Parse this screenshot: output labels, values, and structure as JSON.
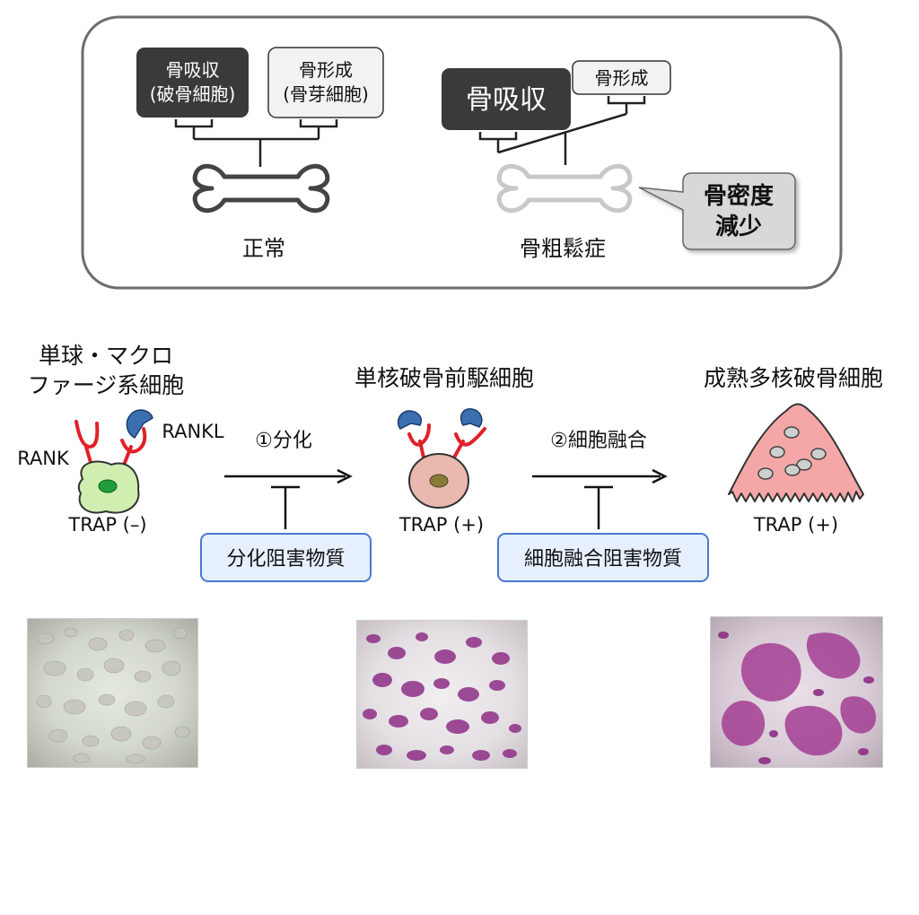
{
  "top_panel": {
    "normal": {
      "resorption_label_line1": "骨吸収",
      "resorption_label_line2": "(破骨細胞)",
      "formation_label_line1": "骨形成",
      "formation_label_line2": "(骨芽細胞)",
      "caption": "正常"
    },
    "osteoporosis": {
      "resorption_label": "骨吸収",
      "formation_label": "骨形成",
      "caption": "骨粗鬆症",
      "callout_line1": "骨密度",
      "callout_line2": "減少"
    }
  },
  "cells": {
    "macrophage_title_line1": "単球・マクロ",
    "macrophage_title_line2": "ファージ系細胞",
    "precursor_title": "単核破骨前駆細胞",
    "mature_title": "成熟多核破骨細胞",
    "rank_label": "RANK",
    "rankl_label": "RANKL",
    "trap_neg": "TRAP (–)",
    "trap_pos_1": "TRAP (+)",
    "trap_pos_2": "TRAP (+)"
  },
  "steps": {
    "step1_label": "①分化",
    "step2_label": "②細胞融合",
    "inhibitor1_label": "分化阻害物質",
    "inhibitor2_label": "細胞融合阻害物質"
  },
  "colors": {
    "dark_box": "#3a3a3a",
    "light_box": "#f2f2f2",
    "callout_fill": "#d8d8d8",
    "inhibitor_fill": "#e6f0ff",
    "inhibitor_border": "#4a78d6",
    "rank_red": "#e0212a",
    "rankl_blue": "#3a6fb0",
    "macrophage_fill": "#cfeeb0",
    "precursor_fill": "#e9b9b0",
    "mature_fill": "#f5a7a7",
    "trap_purple": "#8e2f86"
  }
}
